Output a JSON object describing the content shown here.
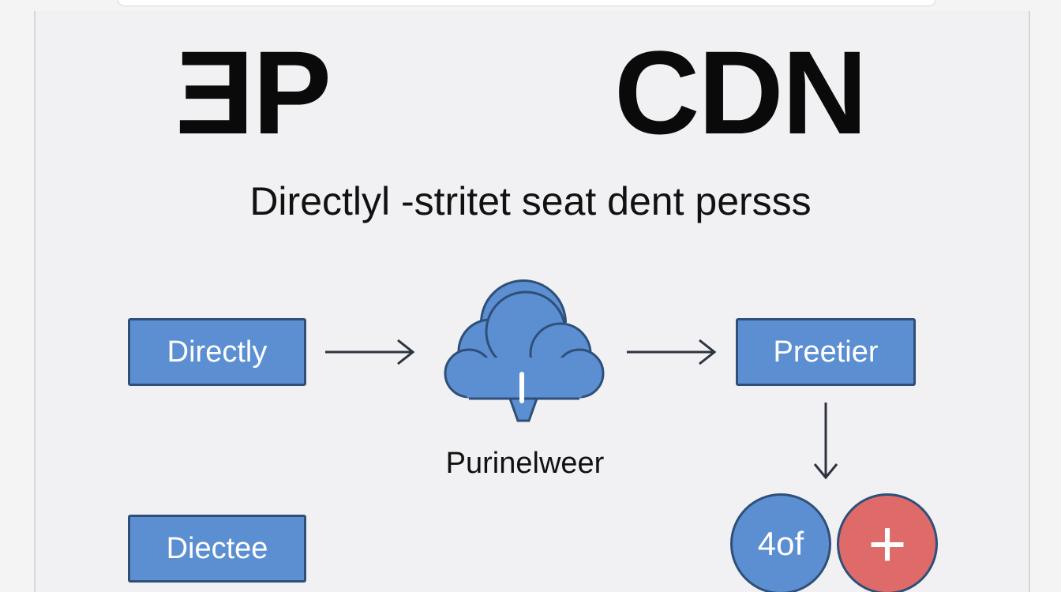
{
  "title_left": "ƎP",
  "title_right": "CDN",
  "subtitle": "Directlyl -stritet seat dent persss",
  "nodes": {
    "source": "Directly",
    "target": "Preetier",
    "cloud_label": "Purinelweer",
    "bottom_left": "Diectee",
    "circle_left": "4of",
    "circle_right": "+"
  },
  "icons": {
    "cloud": "cloud-lock-icon",
    "arrow": "arrow-right-icon",
    "arrow_down": "arrow-down-icon"
  },
  "colors": {
    "box_fill": "#5b8fd2",
    "box_border": "#2f4f78",
    "plus_fill": "#df6a6a",
    "background": "#f1f1f3"
  }
}
